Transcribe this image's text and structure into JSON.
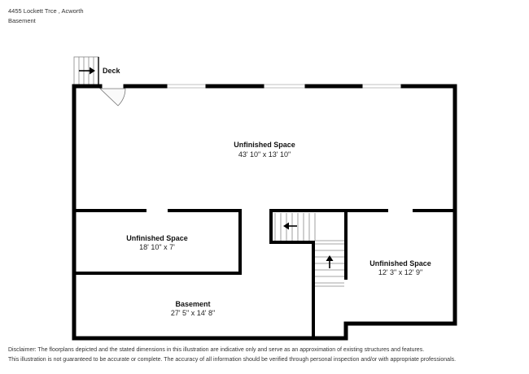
{
  "header": {
    "address": "4455 Lockett Trce , Acworth",
    "floor": "Basement"
  },
  "deck_label": "Deck",
  "rooms": [
    {
      "name": "Unfinished Space",
      "dims": "43' 10\" x 13' 10\""
    },
    {
      "name": "Unfinished Space",
      "dims": "18' 10\" x 7'"
    },
    {
      "name": "Basement",
      "dims": "27' 5\" x 14' 8\""
    },
    {
      "name": "Unfinished Space",
      "dims": "12' 3\" x 12' 9\""
    }
  ],
  "disclaimer": {
    "line1": "Disclaimer: The floorplans depicted and the stated dimensions in this illustration are indicative only and serve as an approximation of existing structures and features.",
    "line2": "This illustration is not guaranteed to be accurate or complete. The accuracy of all information should be verified through personal inspection and/or with appropriate professionals."
  }
}
